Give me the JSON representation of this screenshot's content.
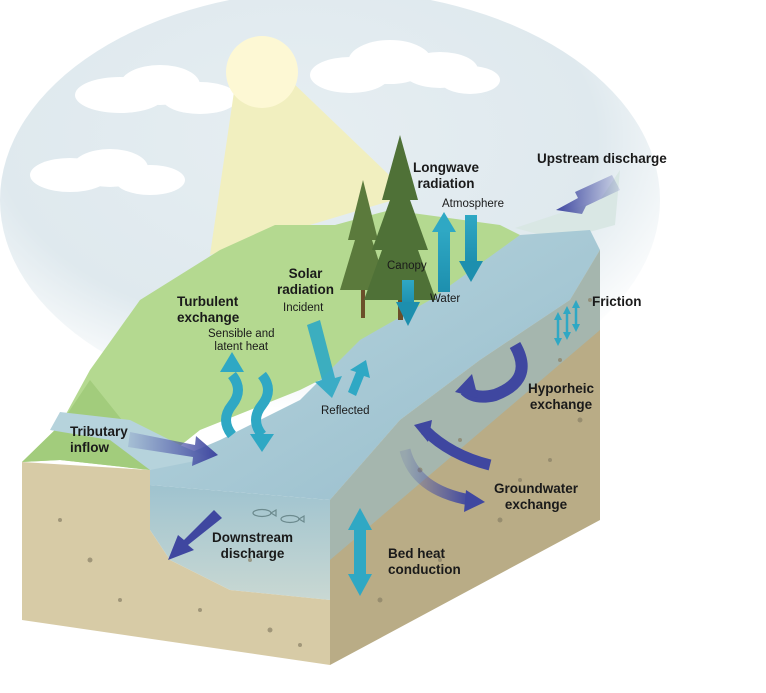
{
  "labels": {
    "longwave": {
      "line1": "Longwave",
      "line2": "radiation"
    },
    "atmosphere": "Atmosphere",
    "canopy": "Canopy",
    "water": "Water",
    "upstream": "Upstream discharge",
    "solar": {
      "line1": "Solar",
      "line2": "radiation"
    },
    "incident": "Incident",
    "reflected": "Reflected",
    "turbulent": {
      "line1": "Turbulent",
      "line2": "exchange"
    },
    "sensible": {
      "line1": "Sensible and",
      "line2": "latent heat"
    },
    "friction": "Friction",
    "hyporheic": {
      "line1": "Hyporheic",
      "line2": "exchange"
    },
    "tributary": {
      "line1": "Tributary",
      "line2": "inflow"
    },
    "groundwater": {
      "line1": "Groundwater",
      "line2": "exchange"
    },
    "downstream": {
      "line1": "Downstream",
      "line2": "discharge"
    },
    "bedheat": {
      "line1": "Bed heat",
      "line2": "conduction"
    }
  },
  "colors": {
    "sky": "#dfe9ee",
    "sun": "#fdf8d4",
    "sunbeam": "#f1efbf",
    "grass": "#b4d990",
    "grass_dark": "#a2cc7c",
    "water": "#a9cbd6",
    "water_dark": "#8fb6c4",
    "soil_top": "#c8bc97",
    "soil_side": "#d7cba6",
    "soil_right": "#b9ac86",
    "cyan_arrow": "#2fa8c4",
    "blue_arrow": "#4a52a8",
    "tree": "#5b7a3c"
  },
  "icons": [
    "sun-icon",
    "tree-icon",
    "fish-icon",
    "cloud-icon"
  ]
}
